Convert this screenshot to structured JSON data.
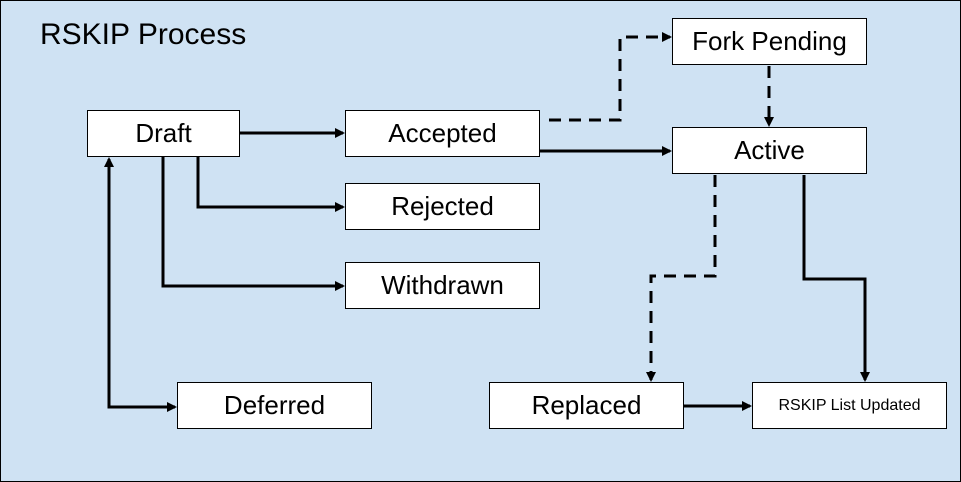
{
  "title": "RSKIP Process",
  "nodes": {
    "draft": "Draft",
    "accepted": "Accepted",
    "rejected": "Rejected",
    "withdrawn": "Withdrawn",
    "deferred": "Deferred",
    "fork_pending": "Fork Pending",
    "active": "Active",
    "replaced": "Replaced",
    "rskip_list_updated": "RSKIP List Updated"
  },
  "edges": [
    {
      "from": "draft",
      "to": "accepted",
      "style": "solid"
    },
    {
      "from": "draft",
      "to": "rejected",
      "style": "solid"
    },
    {
      "from": "draft",
      "to": "withdrawn",
      "style": "solid"
    },
    {
      "from": "draft",
      "to": "deferred",
      "style": "solid"
    },
    {
      "from": "deferred",
      "to": "draft",
      "style": "solid"
    },
    {
      "from": "accepted",
      "to": "fork_pending",
      "style": "dashed"
    },
    {
      "from": "accepted",
      "to": "active",
      "style": "solid"
    },
    {
      "from": "fork_pending",
      "to": "active",
      "style": "dashed"
    },
    {
      "from": "active",
      "to": "replaced",
      "style": "dashed"
    },
    {
      "from": "active",
      "to": "rskip_list_updated",
      "style": "solid"
    },
    {
      "from": "replaced",
      "to": "rskip_list_updated",
      "style": "solid"
    }
  ],
  "colors": {
    "background": "#cfe2f3",
    "node_fill": "#ffffff",
    "stroke": "#000000"
  }
}
